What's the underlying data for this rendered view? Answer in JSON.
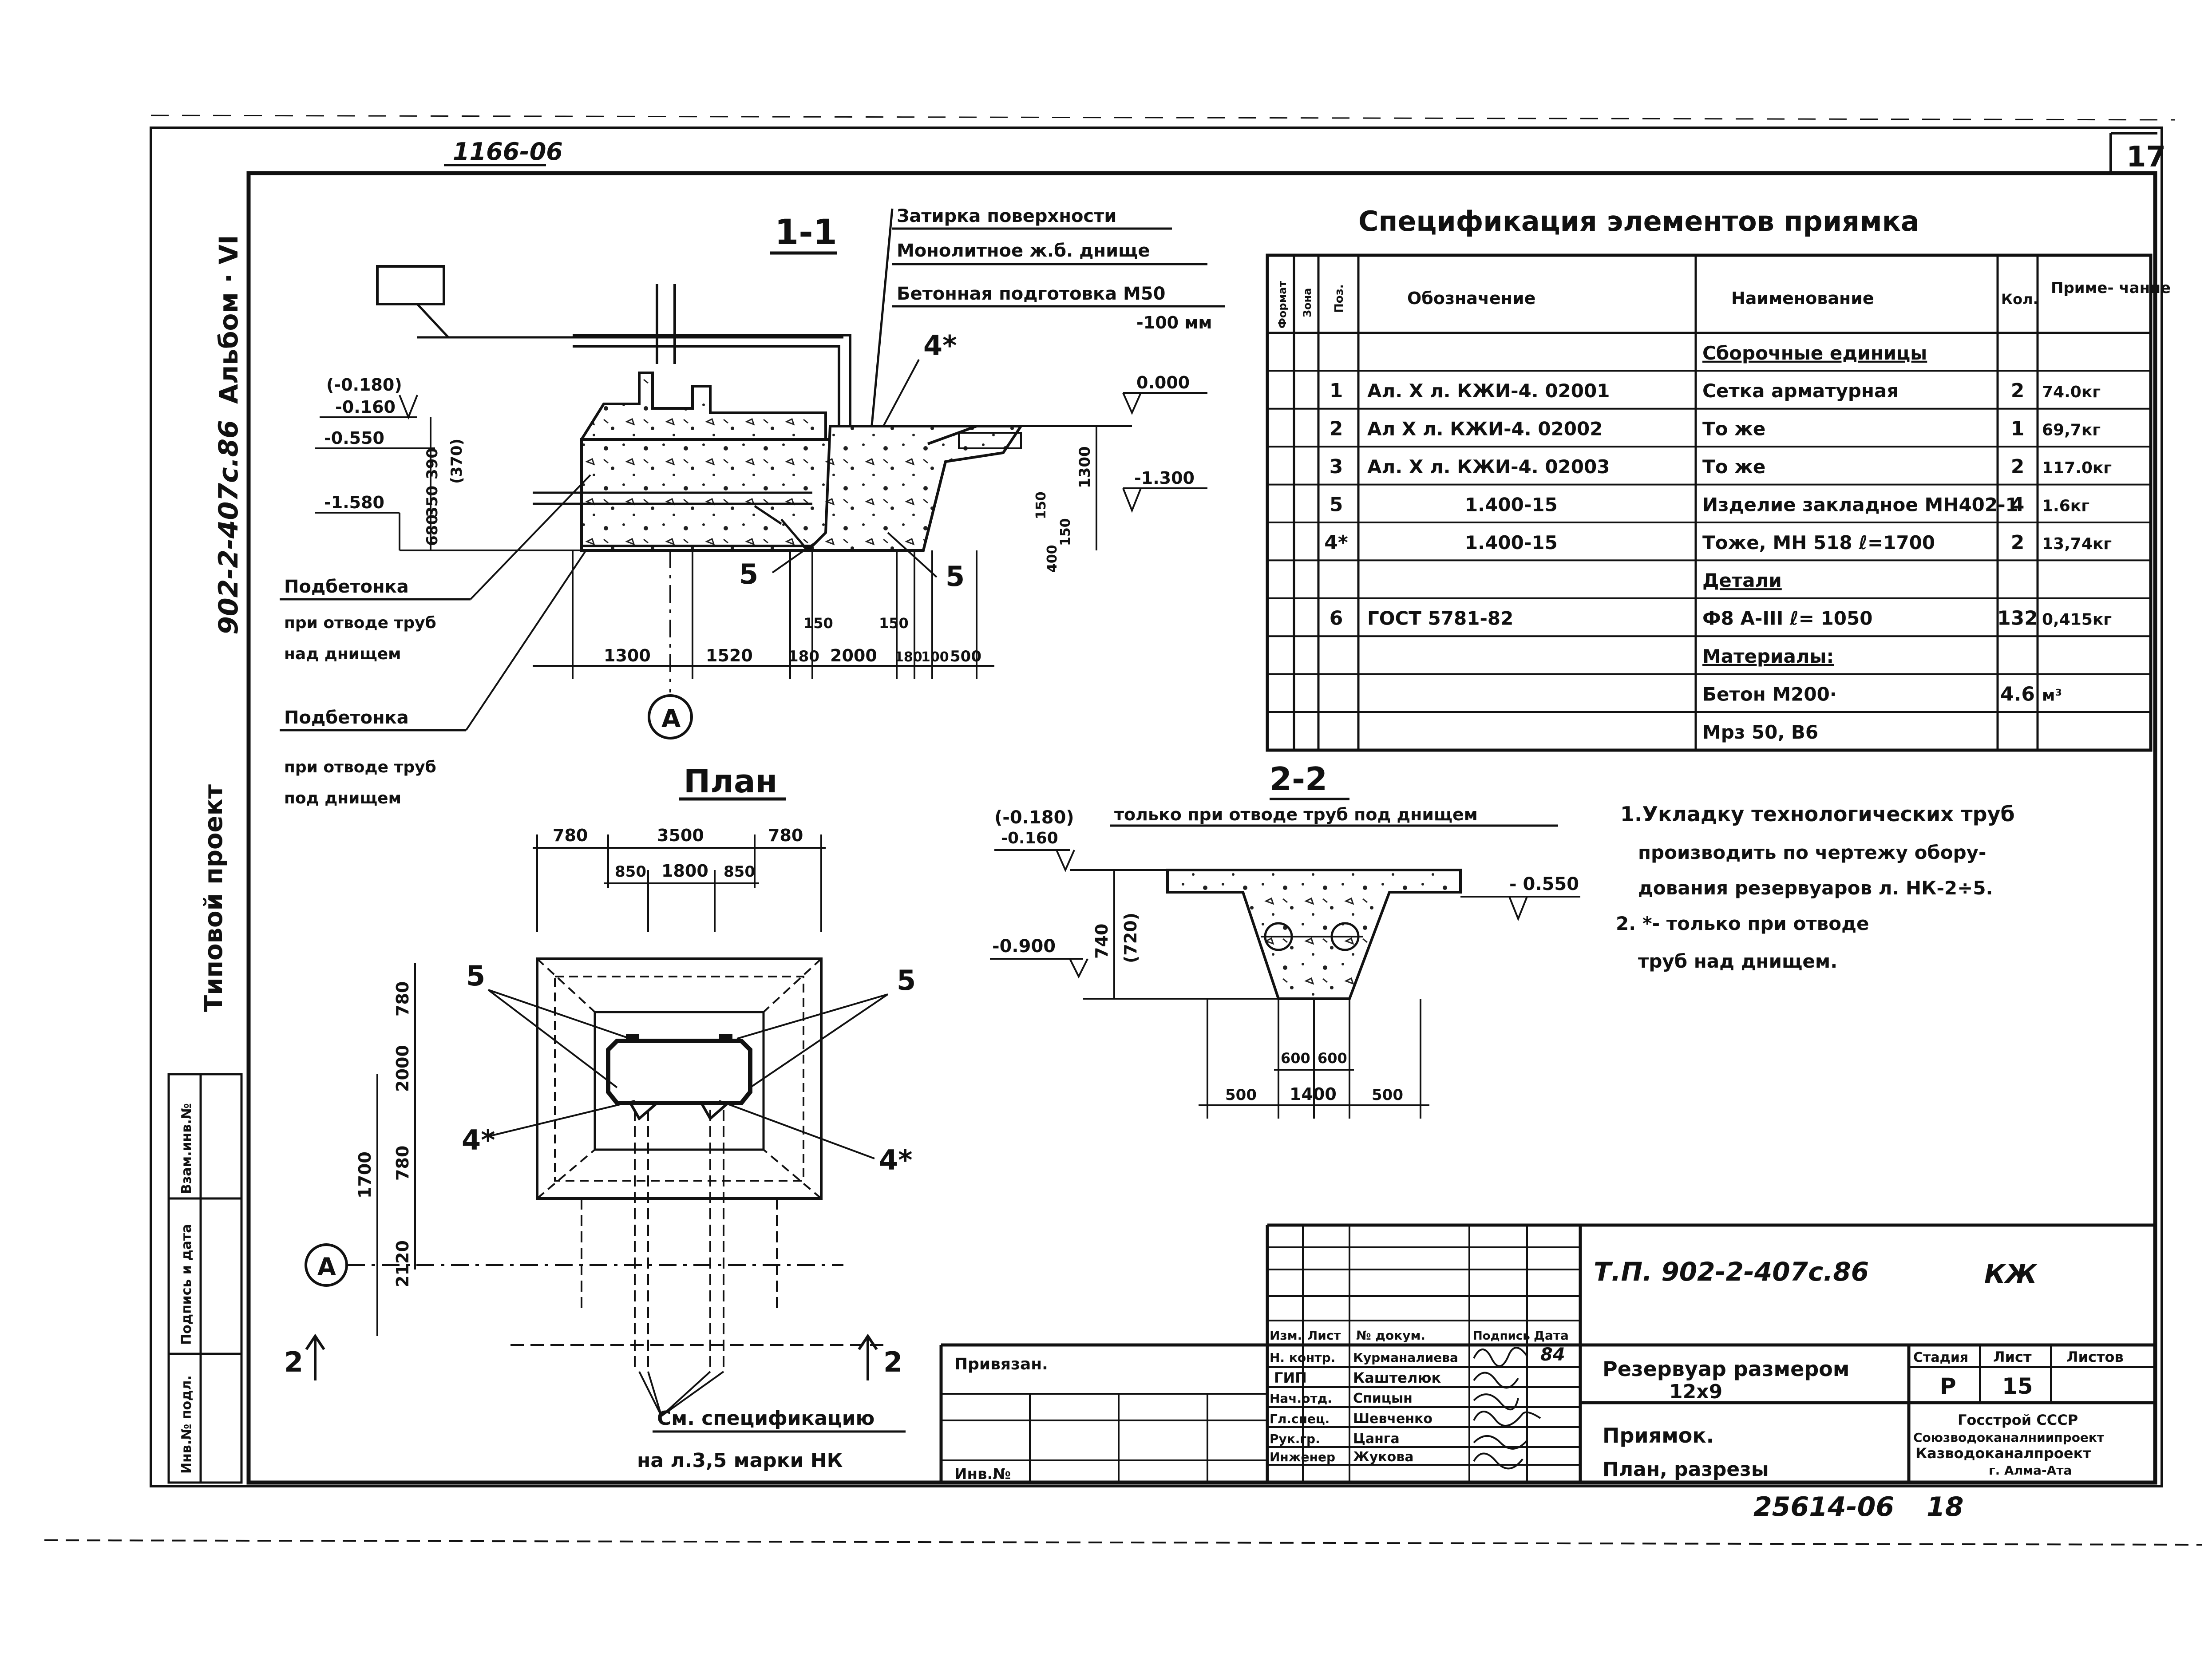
{
  "top_number": "1166-06",
  "sheet_no": "17",
  "side": {
    "album": "Альбом · VI",
    "code": "902-2-407с.86",
    "project": "Типовой проект",
    "stamp_cells": [
      "Инв.№ подл.",
      "Подпись и дата",
      "Взам.инв.№"
    ]
  },
  "section11": {
    "title": "1-1",
    "layers": [
      "Затирка поверхности",
      "Монолитное ж.б. днище",
      "Бетонная подготовка М50"
    ],
    "layer_thickness": "-100 мм",
    "elev_left": [
      "(-0.180)",
      "-0.160",
      "-0.550",
      "-1.580"
    ],
    "elev_right": [
      "0.000",
      "-1.300"
    ],
    "vdims": [
      "390",
      "(370)",
      "350",
      "680"
    ],
    "vdims_right": [
      "1300",
      "150",
      "150",
      "400"
    ],
    "hdims": [
      "1300",
      "1520",
      "180",
      "2000",
      "180",
      "100",
      "500"
    ],
    "small_dims": [
      "150",
      "150"
    ],
    "mark5": "5",
    "mark4": "4*",
    "axis": "А",
    "note1": [
      "Подбетонка",
      "при отводе труб",
      "над днищем"
    ],
    "note2": [
      "Подбетонка",
      "при отводе труб",
      "под днищем"
    ]
  },
  "plan": {
    "title": "План",
    "hdims_top": [
      "780",
      "3500",
      "780"
    ],
    "hdims_inner": [
      "850",
      "1800",
      "850"
    ],
    "vdims": [
      "780",
      "2000",
      "780",
      "1700",
      "2120"
    ],
    "mark5": "5",
    "mark4": "4*",
    "axis": "А",
    "cut": "2",
    "note": [
      "См. спецификацию",
      "на л.3,5 марки НК"
    ]
  },
  "section22": {
    "title": "2-2",
    "subtitle": "только при отводе труб под днищем",
    "elev_left": [
      "(-0.180)",
      "-0.160",
      "-0.900"
    ],
    "elev_right": "- 0.550",
    "vdims": [
      "740",
      "(720)"
    ],
    "hdims": [
      "500",
      "1400",
      "500"
    ],
    "hdims_inner": [
      "600",
      "600"
    ]
  },
  "notes": [
    "1.Укладку технологических труб",
    "производить по чертежу обору-",
    "дования резервуаров л. НК-2÷5.",
    "2. *- только при отводе",
    "труб над днищем."
  ],
  "spec": {
    "title": "Спецификация элементов приямка",
    "headers": [
      "Формат",
      "Зона",
      "Поз.",
      "Обозначение",
      "Наименование",
      "Кол.",
      "Приме- чание"
    ],
    "rows": [
      {
        "pos": "",
        "code": "",
        "name": "Сборочные единицы",
        "qty": "",
        "note": "",
        "heading": true
      },
      {
        "pos": "1",
        "code": "Ал. X л. КЖИ-4. 02001",
        "name": "Сетка арматурная",
        "qty": "2",
        "note": "74.0кг"
      },
      {
        "pos": "2",
        "code": "Ал X л. КЖИ-4. 02002",
        "name": "То же",
        "qty": "1",
        "note": "69,7кг"
      },
      {
        "pos": "3",
        "code": "Ал. X л. КЖИ-4. 02003",
        "name": "То же",
        "qty": "2",
        "note": "117.0кг"
      },
      {
        "pos": "5",
        "code": "1.400-15",
        "name": "Изделие закладное МН402-1",
        "qty": "4",
        "note": "1.6кг"
      },
      {
        "pos": "4*",
        "code": "1.400-15",
        "name": "Тоже, МН 518 ℓ=1700",
        "qty": "2",
        "note": "13,74кг"
      },
      {
        "pos": "",
        "code": "",
        "name": "Детали",
        "qty": "",
        "note": "",
        "heading": true
      },
      {
        "pos": "6",
        "code": "ГОСТ 5781-82",
        "name": "Ф8 А-III ℓ= 1050",
        "qty": "132",
        "note": "0,415кг"
      },
      {
        "pos": "",
        "code": "",
        "name": "Материалы:",
        "qty": "",
        "note": "",
        "heading": true
      },
      {
        "pos": "",
        "code": "",
        "name": "Бетон М200·",
        "qty": "4.6",
        "note": "м³"
      },
      {
        "pos": "",
        "code": "",
        "name": "Мрз 50, В6",
        "qty": "",
        "note": ""
      }
    ]
  },
  "titleblock": {
    "doc_code": "Т.П. 902-2-407с.86",
    "mark": "КЖ",
    "binding_label": "Привязан.",
    "inv_label": "Инв.№",
    "headers": [
      "Изм.",
      "Лист",
      "№ докум.",
      "Подпись",
      "Дата"
    ],
    "date": "84",
    "roles": [
      {
        "role": "Н. контр.",
        "name": "Курманалиева"
      },
      {
        "role": "ГИП",
        "name": "Каштелюк"
      },
      {
        "role": "Нач.отд.",
        "name": "Спицын"
      },
      {
        "role": "Гл.спец.",
        "name": "Шевченко"
      },
      {
        "role": "Рук.гр.",
        "name": "Цанга"
      },
      {
        "role": "Инженер",
        "name": "Жукова"
      }
    ],
    "object": [
      "Резервуар размером",
      "12x9"
    ],
    "sheet_title": [
      "Приямок.",
      "План, разрезы"
    ],
    "stage_label": "Стадия",
    "sheet_label": "Лист",
    "sheets_label": "Листов",
    "stage": "Р",
    "sheet": "15",
    "org": [
      "Госстрой СССР",
      "Союзводоканалниипроект",
      "Казводоканалпроект",
      "г. Алма-Ата"
    ]
  },
  "bottom_code": "25614-06",
  "bottom_num": "18"
}
